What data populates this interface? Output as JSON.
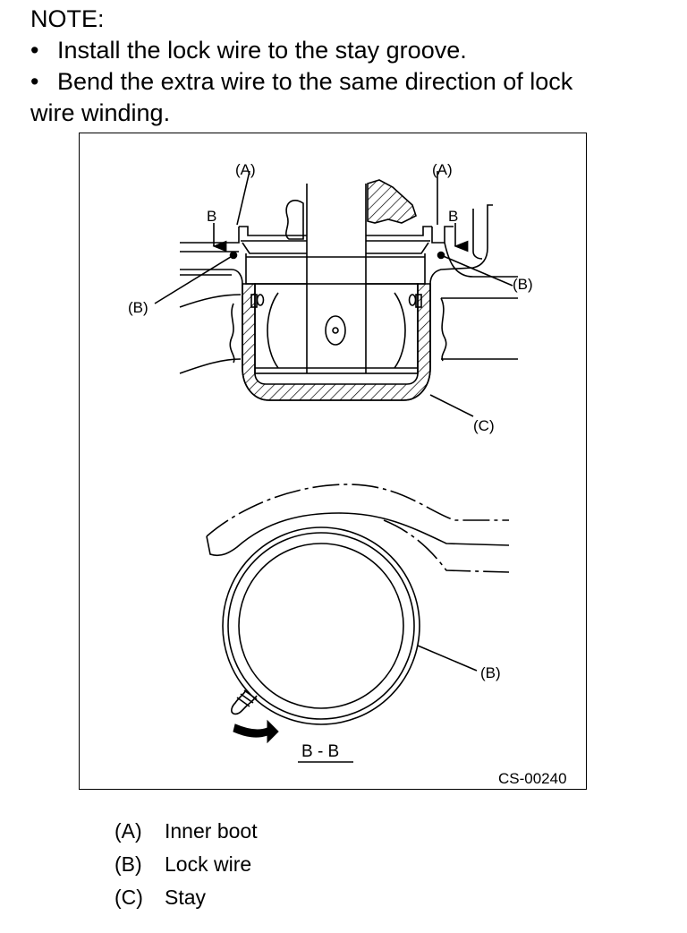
{
  "note": {
    "heading": "NOTE:",
    "bullets": [
      "Install the lock wire to the stay groove.",
      "Bend the extra wire to the same direction of lock",
      "wire winding."
    ],
    "bullet_glyph": "•"
  },
  "figure": {
    "code": "CS-00240",
    "section_label": "B - B",
    "callouts": {
      "a_left": "(A)",
      "a_right": "(A)",
      "b_arrow_left": "B",
      "b_arrow_right": "B",
      "b_left": "(B)",
      "b_right": "(B)",
      "c": "(C)",
      "b_ring": "(B)"
    }
  },
  "legend": [
    {
      "key": "(A)",
      "label": "Inner boot"
    },
    {
      "key": "(B)",
      "label": "Lock wire"
    },
    {
      "key": "(C)",
      "label": "Stay"
    }
  ]
}
